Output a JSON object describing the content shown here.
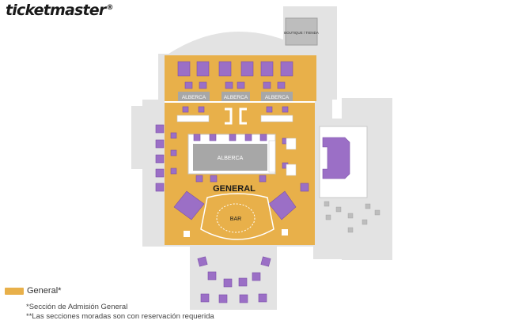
{
  "header": {
    "brand": "ticketmaster",
    "brand_mark": "®"
  },
  "map": {
    "boutique_label": "BOUTIQUE / TIENDA",
    "pool_label_1": "ALBERCA",
    "pool_label_2": "ALBERCA",
    "pool_label_3": "ALBERCA",
    "pool_main_label": "ALBERCA",
    "general_label": "GENERAL",
    "bar_label": "BAR"
  },
  "legend": {
    "items": [
      {
        "label": "General*",
        "color": "#e8b04a"
      }
    ],
    "note_general": "*Sección de Admisión General",
    "note_reserved": "**Las secciones moradas son con reservación requerida"
  },
  "colors": {
    "venue_grey": "#e3e3e3",
    "grey_lines": "#c8c8c8",
    "general_orange": "#e8b04a",
    "reserved_purple": "#9b6fc6",
    "reserved_border": "#7a4fa8",
    "pool_grey": "#a7a7a7",
    "white": "#ffffff"
  }
}
